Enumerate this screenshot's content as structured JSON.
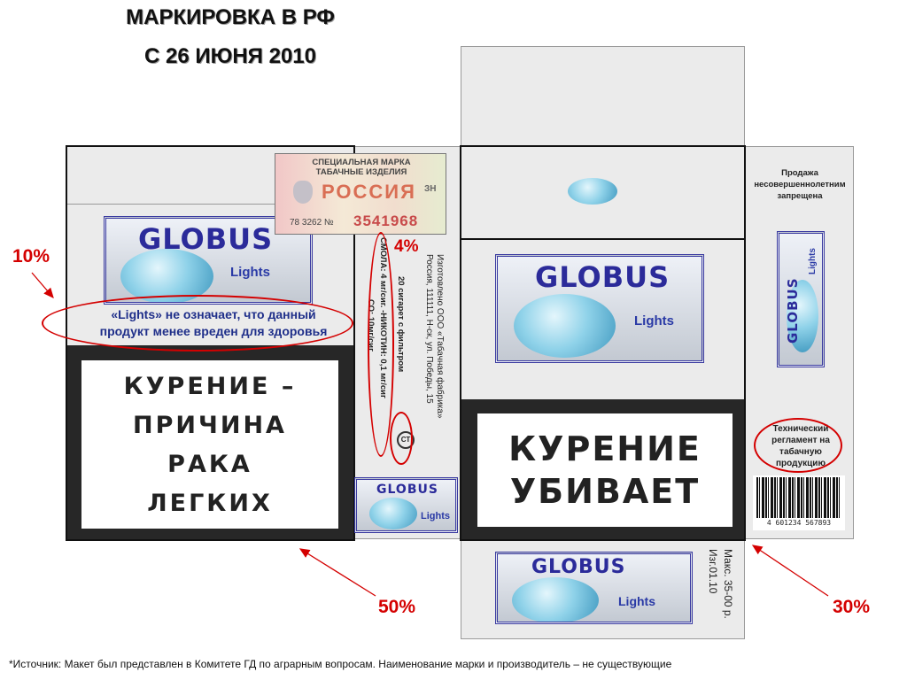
{
  "title": {
    "line1": "МАРКИРОВКА В РФ",
    "line2": "С 26 ИЮНЯ 2010"
  },
  "percentages": {
    "p10": "10%",
    "p4": "4%",
    "p50": "50%",
    "p30": "30%"
  },
  "stamp": {
    "line1": "СПЕЦИАЛЬНАЯ МАРКА",
    "line2": "ТАБАЧНЫЕ ИЗДЕЛИЯ",
    "country": "РОССИЯ",
    "code": "78 3262 №",
    "number": "3541968",
    "side": "ЗН"
  },
  "brand": {
    "name": "GLOBUS",
    "variant": "Lights"
  },
  "lights_disclaimer": {
    "line1": "«Lights» не означает, что данный",
    "line2": "продукт менее вреден для здоровья"
  },
  "warning_left": [
    "КУРЕНИЕ –",
    "ПРИЧИНА",
    "РАКА",
    "ЛЕГКИХ"
  ],
  "warning_right": [
    "КУРЕНИЕ",
    "УБИВАЕТ"
  ],
  "side_info": {
    "line1": "20 сигарет с фильтром",
    "line2": "СМОЛА: 4 мг/сиг. -НИКОТИН: 0,1 мг/сиг",
    "line3": "СО: 10мг/сиг",
    "maker1": "Изготовлено ООО «Табачная фабрика»",
    "maker2": "Россия, 111111, Н-ск, ул. Победы, 15"
  },
  "ct_mark": "СТ",
  "minors_notice": {
    "line1": "Продажа",
    "line2": "несовершеннолетним",
    "line3": "запрещена"
  },
  "tech_reg": {
    "line1": "Технический",
    "line2": "регламент  на",
    "line3": "табачную",
    "line4": "продукцию"
  },
  "barcode_digits": "4 601234 567893",
  "price": {
    "line1": "Макс. 35-00 р.",
    "line2": "Изг.01.10"
  },
  "footnote": "*Источник: Макет был представлен в Комитете ГД по аграрным вопросам. Наименование марки и производитель – не существующие",
  "colors": {
    "accent_red": "#d40000",
    "brand_blue": "#2b2b9a",
    "panel_gray": "#ebebeb"
  }
}
